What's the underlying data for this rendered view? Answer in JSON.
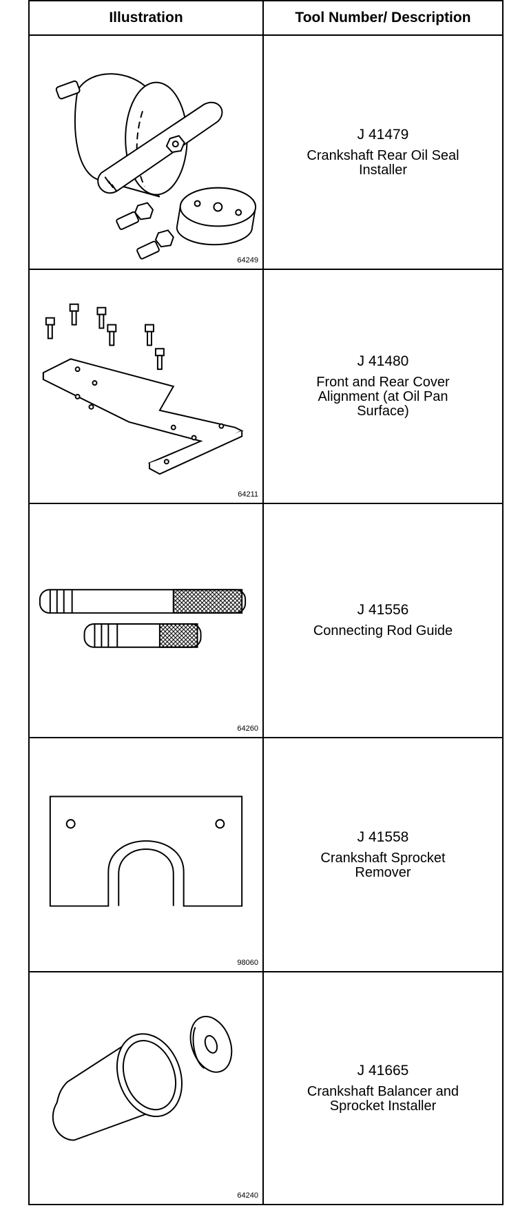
{
  "table": {
    "headers": {
      "illustration": "Illustration",
      "tool": "Tool Number/ Description"
    },
    "rows": [
      {
        "figure": "64249",
        "tool_number": "J 41479",
        "description_lines": [
          "Crankshaft Rear Oil Seal",
          "Installer"
        ]
      },
      {
        "figure": "64211",
        "tool_number": "J 41480",
        "description_lines": [
          "Front and Rear Cover",
          "Alignment (at Oil Pan",
          "Surface)"
        ]
      },
      {
        "figure": "64260",
        "tool_number": "J 41556",
        "description_lines": [
          "Connecting Rod Guide"
        ]
      },
      {
        "figure": "98060",
        "tool_number": "J 41558",
        "description_lines": [
          "Crankshaft Sprocket",
          "Remover"
        ]
      },
      {
        "figure": "64240",
        "tool_number": "J 41665",
        "description_lines": [
          "Crankshaft Balancer and",
          "Sprocket Installer"
        ]
      }
    ]
  }
}
